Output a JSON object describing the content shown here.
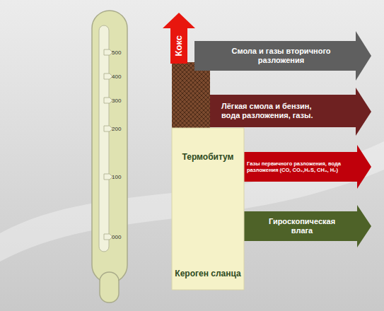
{
  "diagram": {
    "nodes": [
      {
        "text": [
          "Кокс"
        ]
      },
      {
        "text": [
          "Смола и газы вторичного разложения"
        ]
      },
      {
        "text": [
          "Лёгкая смола и бензин, вода разложения, газы."
        ]
      },
      {
        "text": [
          "Газы первичного разложения, вода разложения (CO, CO₂,H₂S, CH₄, H₂)"
        ]
      },
      {
        "text": [
          "Гироскопическая влага"
        ]
      },
      {
        "text": [
          "Кероген сланца"
        ]
      }
    ],
    "labels": [
      "500",
      "400",
      "300",
      "200",
      "100",
      "000",
      "Термобитум"
    ]
  }
}
